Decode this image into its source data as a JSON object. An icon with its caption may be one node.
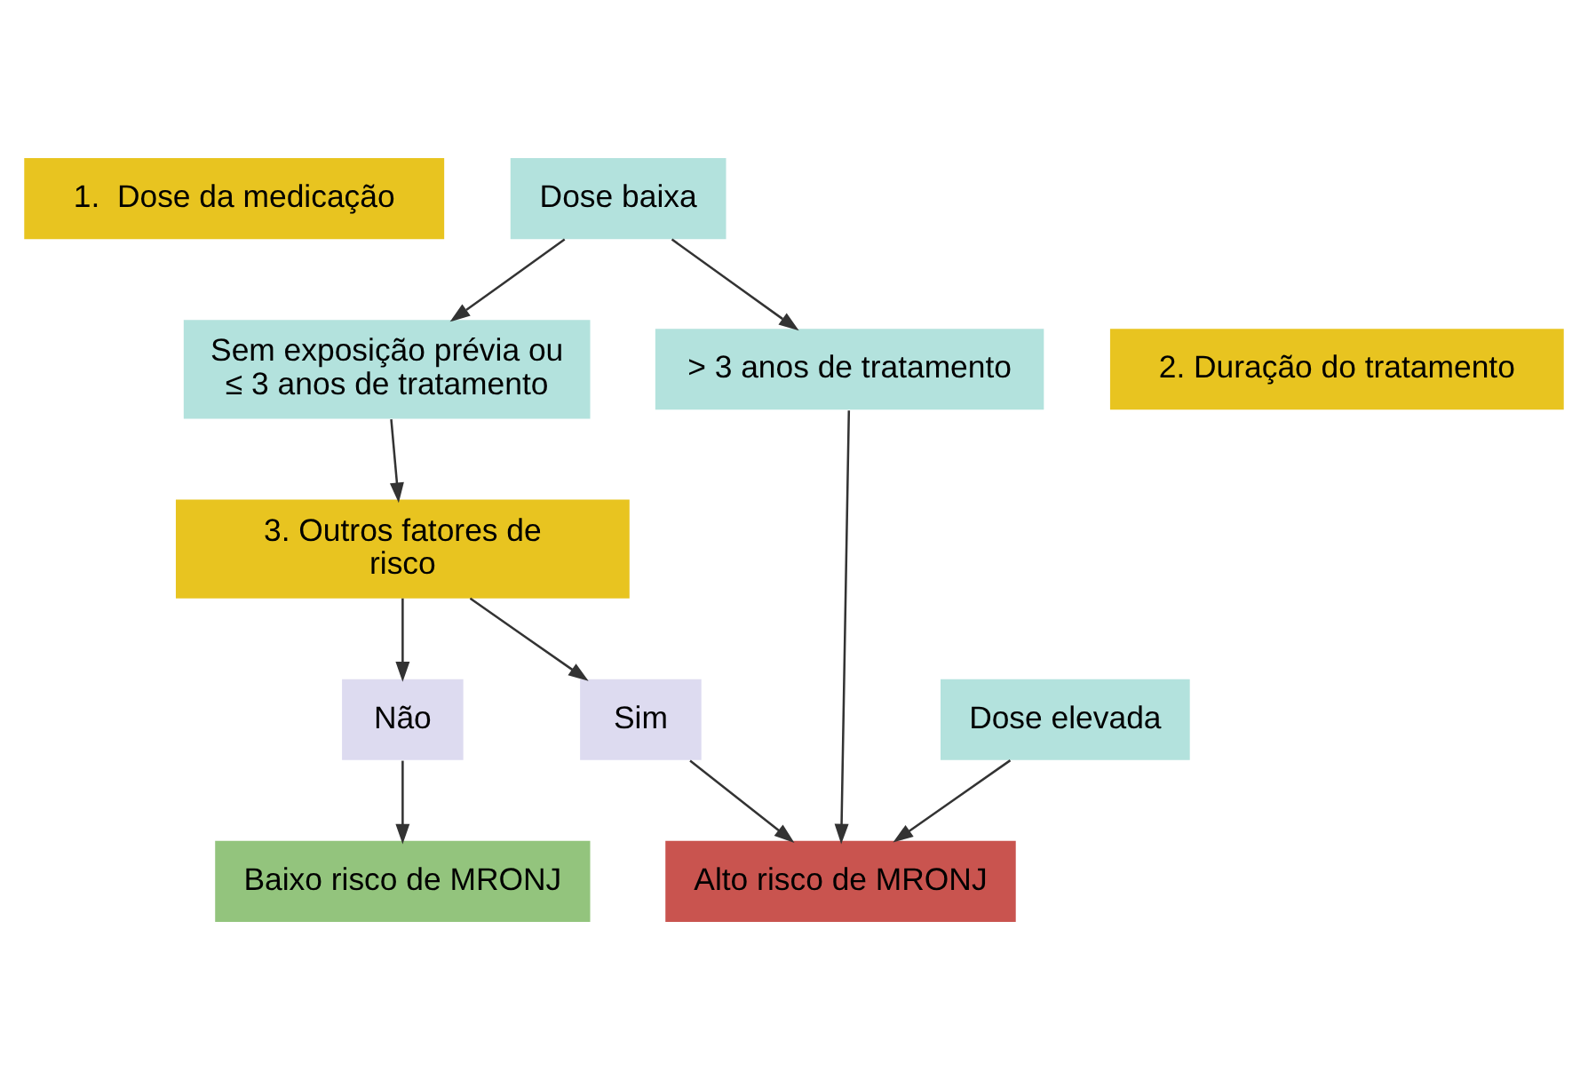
{
  "diagram": {
    "nodes": [
      {
        "text": [
          "1.  Dose da medicação"
        ]
      },
      {
        "text": [
          "Dose baixa"
        ]
      },
      {
        "text": [
          "Dose elevada"
        ]
      },
      {
        "text": [
          "2. Duração do tratamento"
        ]
      },
      {
        "text": [
          "Sem exposição prévia ou ≤ 3 anos de tratamento"
        ]
      },
      {
        "text": [
          "> 3 anos de tratamento"
        ]
      },
      {
        "text": [
          "3. Outros fatores de risco"
        ]
      },
      {
        "text": [
          "Não"
        ]
      },
      {
        "text": [
          "Sim"
        ]
      },
      {
        "text": [
          "Baixo risco de MRONJ"
        ]
      },
      {
        "text": [
          "Alto risco de MRONJ"
        ]
      }
    ],
    "edges": [
      {
        "from": 1,
        "to": 4,
        "arrow": "to"
      },
      {
        "from": 1,
        "to": 5,
        "arrow": "to"
      },
      {
        "from": 4,
        "to": 6,
        "arrow": "to"
      },
      {
        "from": 6,
        "to": 7,
        "arrow": "to"
      },
      {
        "from": 6,
        "to": 8,
        "arrow": "to"
      },
      {
        "from": 7,
        "to": 9,
        "arrow": "to"
      },
      {
        "from": 8,
        "to": 10,
        "arrow": "to"
      },
      {
        "from": 2,
        "to": 10,
        "arrow": "to"
      },
      {
        "from": 5,
        "to": 10,
        "arrow": "to"
      }
    ]
  }
}
